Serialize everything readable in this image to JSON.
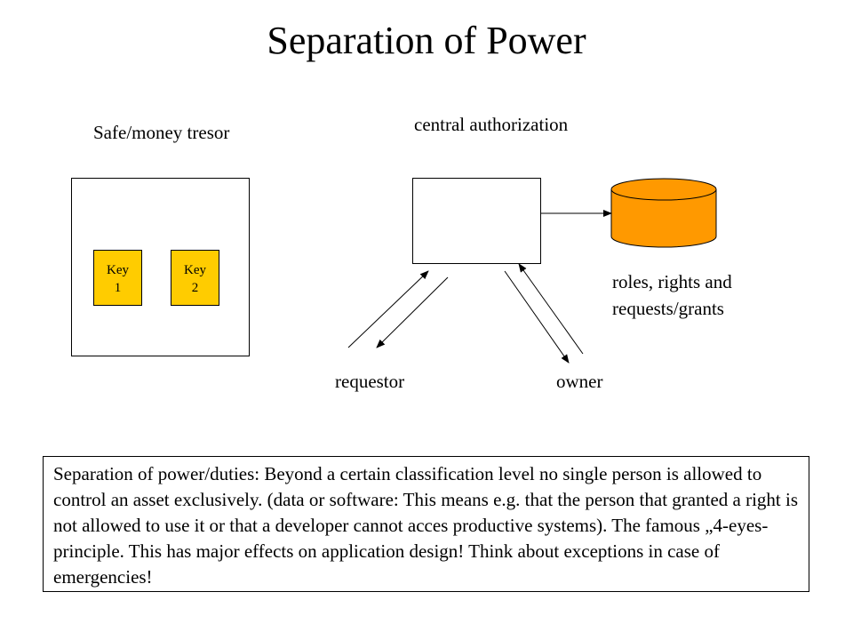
{
  "title": "Separation of Power",
  "safe": {
    "label": "Safe/money tresor",
    "key1": {
      "line1": "Key",
      "line2": "1"
    },
    "key2": {
      "line1": "Key",
      "line2": "2"
    }
  },
  "authorization": {
    "label": "central authorization"
  },
  "database": {
    "label_line1": "roles, rights and",
    "label_line2": "requests/grants"
  },
  "actors": {
    "requestor": "requestor",
    "owner": "owner"
  },
  "note": {
    "text": "Separation of power/duties: Beyond a certain classification level no single person is allowed to control an asset exclusively. (data or software: This means e.g. that the person that granted a right is not allowed to use it or that a developer cannot acces productive systems). The famous „4-eyes-principle. This has major effects on application design! Think about exceptions in case of emergencies!"
  },
  "colors": {
    "key_fill": "#ffcc00",
    "cylinder_fill": "#ff9900"
  }
}
